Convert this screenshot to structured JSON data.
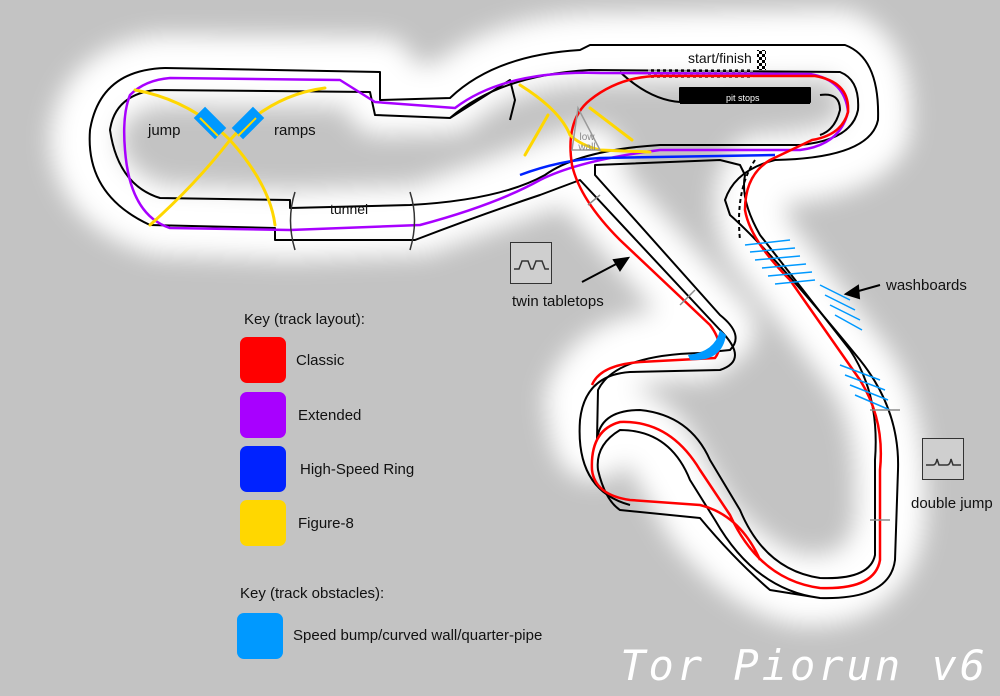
{
  "colors": {
    "background": "#c3c3c3",
    "track_outline": "#000000",
    "runoff": "#ffffff",
    "classic": "#ff0000",
    "extended": "#a800ff",
    "high_speed_ring": "#0022ff",
    "figure8": "#ffd700",
    "obstacle": "#0099ff"
  },
  "labels": {
    "start_finish": "start/finish",
    "pit_stops": "pit stops",
    "jump": "jump",
    "ramps": "ramps",
    "tunnel": "tunnel",
    "low_wall": "low wall",
    "twin_tabletops": "twin tabletops",
    "washboards": "washboards",
    "double_jump": "double jump"
  },
  "legend_layout": {
    "title": "Key (track layout):",
    "items": [
      {
        "label": "Classic",
        "color": "#ff0000"
      },
      {
        "label": "Extended",
        "color": "#a800ff"
      },
      {
        "label": "High-Speed Ring",
        "color": "#0022ff"
      },
      {
        "label": "Figure-8",
        "color": "#ffd700"
      }
    ]
  },
  "legend_obstacles": {
    "title": "Key (track obstacles):",
    "items": [
      {
        "label": "Speed bump/curved wall/quarter-pipe",
        "color": "#0099ff"
      }
    ]
  },
  "signature": "Tor Piorun v6",
  "icons": [
    "tabletop-icon",
    "double-jump-icon",
    "checkered-flag-icon",
    "arrow-icon"
  ]
}
